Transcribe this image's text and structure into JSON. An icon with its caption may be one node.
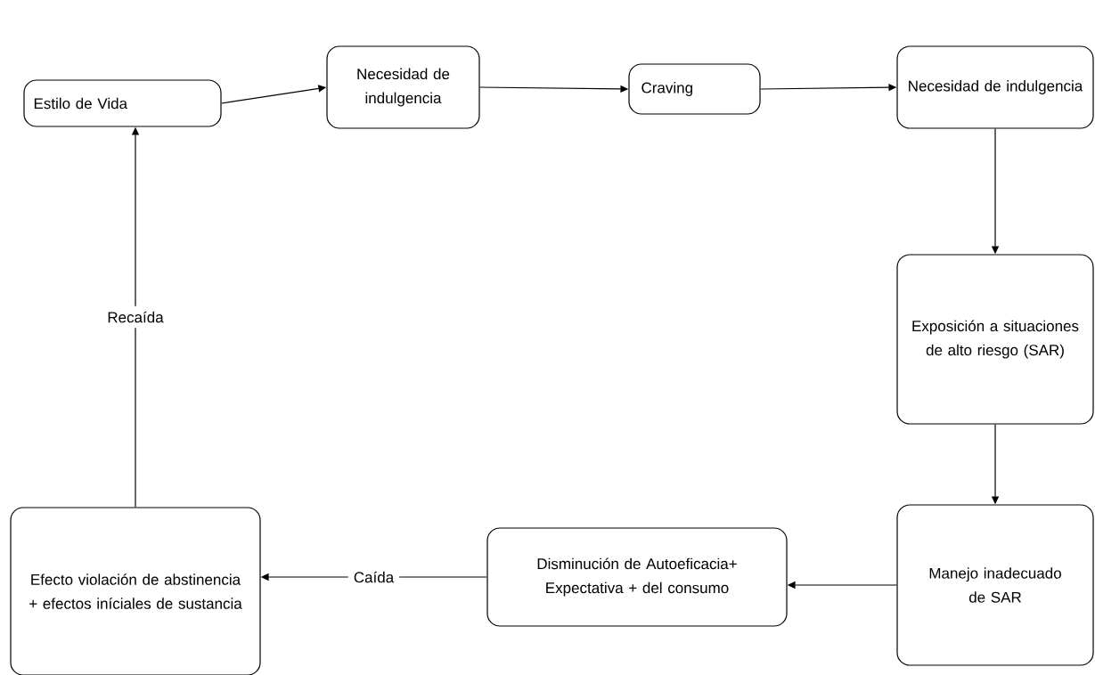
{
  "diagram": {
    "nodes": [
      {
        "text": [
          "Estilo de Vida"
        ]
      },
      {
        "text": [
          "Necesidad de indulgencia"
        ]
      },
      {
        "text": [
          "Craving"
        ]
      },
      {
        "text": [
          "Necesidad de indulgencia"
        ]
      },
      {
        "text": [
          "Exposición a situaciones de alto riesgo (SAR)"
        ]
      },
      {
        "text": [
          "Manejo inadecuado de SAR"
        ]
      },
      {
        "text": [
          "Disminución de Autoeficacia+ Expectativa + del consumo"
        ]
      },
      {
        "text": [
          "Efecto violación de abstinencia + efectos iníciales de sustancia"
        ]
      }
    ],
    "edges": [
      {
        "from": 0,
        "to": 1,
        "arrow": "to"
      },
      {
        "from": 1,
        "to": 2,
        "arrow": "to"
      },
      {
        "from": 2,
        "to": 3,
        "arrow": "to"
      },
      {
        "from": 3,
        "to": 4,
        "arrow": "to"
      },
      {
        "from": 4,
        "to": 5,
        "arrow": "to"
      },
      {
        "from": 5,
        "to": 6,
        "arrow": "to"
      },
      {
        "from": 6,
        "to": 7,
        "arrow": "to",
        "label": "Caída"
      },
      {
        "from": 7,
        "to": 0,
        "arrow": "to",
        "label": "Recaída"
      }
    ]
  }
}
